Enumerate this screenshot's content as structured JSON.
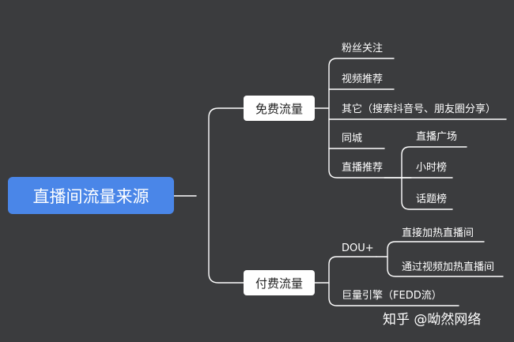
{
  "root": {
    "label": "直播间流量来源"
  },
  "branches": {
    "free": {
      "label": "免费流量",
      "children": {
        "fans": "粉丝关注",
        "video": "视频推荐",
        "other": "其它（搜索抖音号、朋友圈分享）",
        "city": "同城",
        "live": {
          "label": "直播推荐",
          "children": [
            "直播广场",
            "小时榜",
            "话题榜"
          ]
        }
      }
    },
    "paid": {
      "label": "付费流量",
      "children": {
        "dou": {
          "label": "DOU+",
          "children": [
            "直接加热直播间",
            "通过视频加热直播间"
          ]
        },
        "juliang": "巨量引擎（FEDD流）"
      }
    }
  },
  "watermark": "知乎 @呦然网络",
  "colors": {
    "background": "#3b3c3e",
    "root": "#4a86e8",
    "line": "#ffffff",
    "branch_bg": "#ffffff"
  }
}
